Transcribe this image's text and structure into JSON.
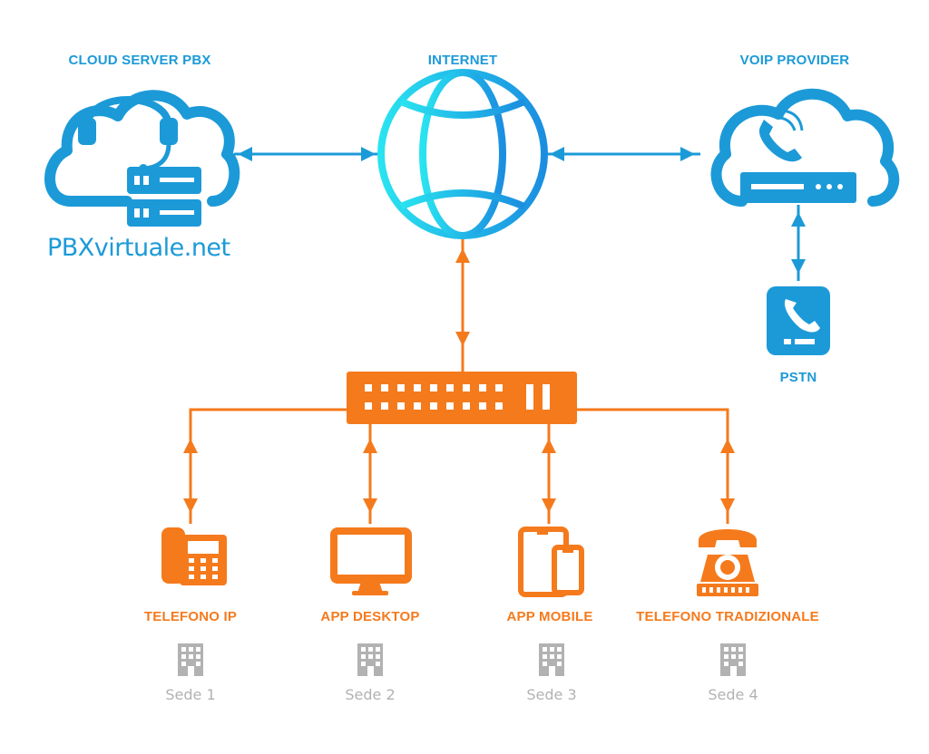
{
  "nodes": {
    "cloud_server": {
      "label": "CLOUD SERVER PBX",
      "brand": "PBXvirtuale.net",
      "icon": "cloud-headset-server-icon"
    },
    "internet": {
      "label": "INTERNET",
      "icon": "globe-icon"
    },
    "voip_provider": {
      "label": "VOIP PROVIDER",
      "icon": "cloud-phone-router-icon"
    },
    "pstn": {
      "label": "PSTN",
      "icon": "phone-device-icon"
    },
    "switch": {
      "icon": "network-switch-icon"
    }
  },
  "endpoints": [
    {
      "label": "TELEFONO IP",
      "site": "Sede 1",
      "icon": "ip-phone-icon"
    },
    {
      "label": "APP DESKTOP",
      "site": "Sede 2",
      "icon": "desktop-monitor-icon"
    },
    {
      "label": "APP MOBILE",
      "site": "Sede 3",
      "icon": "tablet-phone-icon"
    },
    {
      "label": "TELEFONO TRADIZIONALE",
      "site": "Sede 4",
      "icon": "rotary-phone-icon"
    }
  ],
  "colors": {
    "blue": "#1c9ad8",
    "cyan": "#28d3ee",
    "orange": "#f57a1c",
    "grey": "#b2b2b2"
  }
}
